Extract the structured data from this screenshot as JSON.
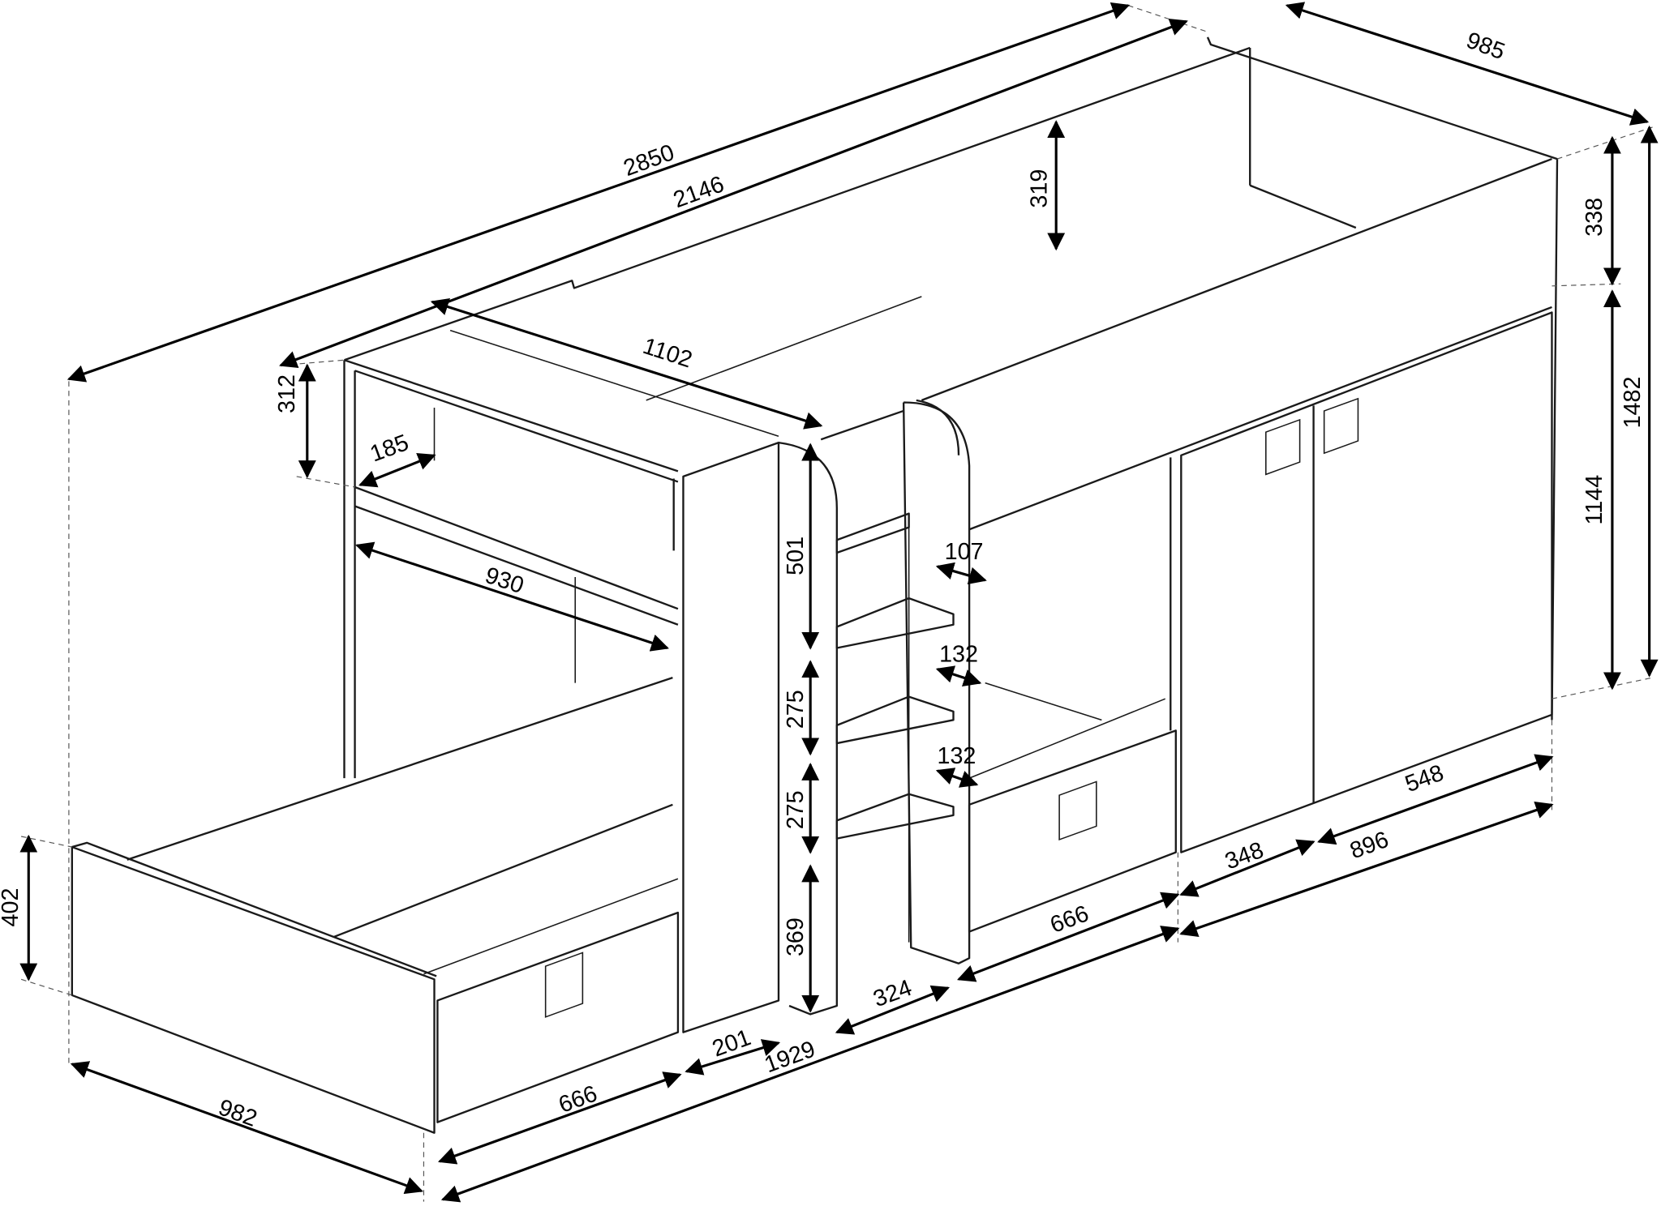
{
  "diagram": {
    "type": "isometric dimensioned drawing",
    "line_color": "#1a1a1a",
    "dimensions": [
      "2850",
      "2146",
      "985",
      "319",
      "338",
      "1482",
      "1144",
      "1102",
      "312",
      "185",
      "930",
      "501",
      "107",
      "132",
      "275",
      "132",
      "275",
      "369",
      "402",
      "982",
      "666",
      "201",
      "1929",
      "324",
      "666",
      "348",
      "896",
      "548"
    ]
  }
}
